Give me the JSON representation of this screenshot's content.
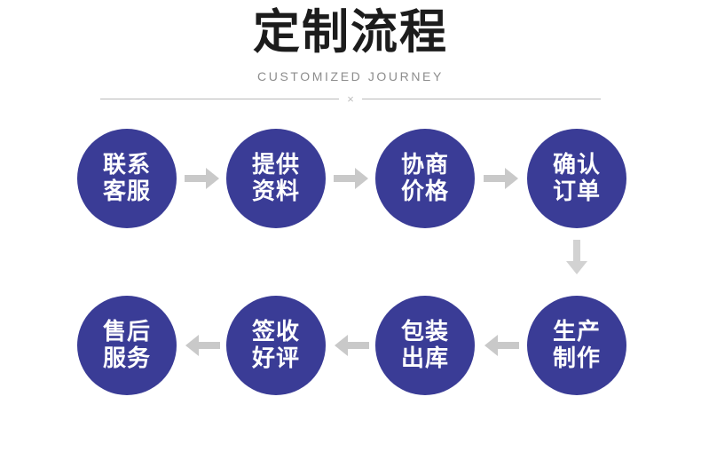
{
  "header": {
    "title": "定制流程",
    "subtitle": "CUSTOMIZED JOURNEY",
    "divider_mark": "×"
  },
  "colors": {
    "node_fill": "#3a3c96",
    "node_text": "#ffffff",
    "arrow": "#c9c9c9",
    "title_text": "#1c1c1c",
    "subtitle_text": "#8d8d8d",
    "divider_line": "#b9b9b9",
    "background": "#ffffff"
  },
  "flow": {
    "row1": [
      {
        "id": "step-1",
        "line1": "联系",
        "line2": "客服"
      },
      {
        "id": "step-2",
        "line1": "提供",
        "line2": "资料"
      },
      {
        "id": "step-3",
        "line1": "协商",
        "line2": "价格"
      },
      {
        "id": "step-4",
        "line1": "确认",
        "line2": "订单"
      }
    ],
    "row2": [
      {
        "id": "step-8",
        "line1": "售后",
        "line2": "服务"
      },
      {
        "id": "step-7",
        "line1": "签收",
        "line2": "好评"
      },
      {
        "id": "step-6",
        "line1": "包装",
        "line2": "出库"
      },
      {
        "id": "step-5",
        "line1": "生产",
        "line2": "制作"
      }
    ],
    "connectors": [
      {
        "id": "arrow-row1-1",
        "direction": "right"
      },
      {
        "id": "arrow-row1-2",
        "direction": "right"
      },
      {
        "id": "arrow-row1-3",
        "direction": "right"
      },
      {
        "id": "arrow-down",
        "direction": "down"
      },
      {
        "id": "arrow-row2-1",
        "direction": "left"
      },
      {
        "id": "arrow-row2-2",
        "direction": "left"
      },
      {
        "id": "arrow-row2-3",
        "direction": "left"
      }
    ]
  }
}
